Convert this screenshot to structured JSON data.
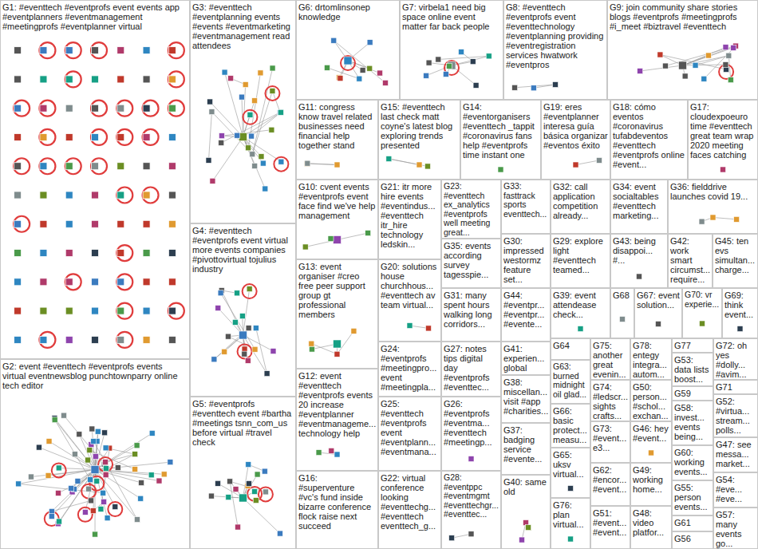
{
  "diagram": {
    "nodes": [
      {
        "text": [
          "G1: #eventtech #eventprofs event events app #eventplanners #eventmanagement #meetingprofs #eventplanner virtual"
        ]
      },
      {
        "text": [
          "G3: #eventtech #eventplanning events #events #eventmarketing #eventmanagement read attendees"
        ]
      },
      {
        "text": [
          "G6: drtomlinsonep knowledge"
        ]
      },
      {
        "text": [
          "G7: virbela1 need big space online event matter far back people"
        ]
      },
      {
        "text": [
          "G8: #eventtech #eventprofs event #eventtechnology #eventplanning providing #eventregistration services hwatwork #eventpros"
        ]
      },
      {
        "text": [
          "G9: join community share stories blogs #eventprofs #meetingprofs #i_meet #biztravel #eventtech"
        ]
      },
      {
        "text": [
          "G11: congress know travel related businesses need financial help together stand"
        ]
      },
      {
        "text": [
          "G15: #eventtech last check matt coyne's latest blog exploring trends presented"
        ]
      },
      {
        "text": [
          "G14: #eventorganisers #eventtech _tappit #coronavirus fans help #eventprofs time instant one"
        ]
      },
      {
        "text": [
          "G19: eres #eventplanner interesa guía básica organizar #eventos éxito"
        ]
      },
      {
        "text": [
          "G18: cómo eventos #coronavirus tufabdeventos #eventtech #eventprofs online #event..."
        ]
      },
      {
        "text": [
          "G17: cloudexpoeuro time #eventtech great team wrap 2020 meeting faces catching"
        ]
      },
      {
        "text": [
          "G4: #eventtech #eventprofs event virtual more events companies #pivottovirtual tojulius industry"
        ]
      },
      {
        "text": [
          "G10: cvent events #eventprofs event face find we've help management"
        ]
      },
      {
        "text": [
          "G21: itr more hire events #eventindus... #eventtech itr_hire technology ledskin..."
        ]
      },
      {
        "text": [
          "G23: #eventtech ex_analytics #eventprofs well meeting great..."
        ]
      },
      {
        "text": [
          "G33: fasttrack sports eventtech..."
        ]
      },
      {
        "text": [
          "G32: call application competition already..."
        ]
      },
      {
        "text": [
          "G34: event socialtables #eventtech marketing..."
        ]
      },
      {
        "text": [
          "G36: fielddrive launches covid 19..."
        ]
      },
      {
        "text": [
          "G35: events according survey tagesspie..."
        ]
      },
      {
        "text": [
          "G30: impressed westormz feature set..."
        ]
      },
      {
        "text": [
          "G29: explore light #eventtech teamed..."
        ]
      },
      {
        "text": [
          "G43: being disappoi... #..."
        ]
      },
      {
        "text": [
          "G42: work smart circumst... require..."
        ]
      },
      {
        "text": [
          "G45: ten evs simultan... charge..."
        ]
      },
      {
        "text": [
          "G13: event organiser #creo free peer support group gt professional members"
        ]
      },
      {
        "text": [
          "G20: solutions house churchhous... #eventtech av team virtual..."
        ]
      },
      {
        "text": [
          "G31: many spent hours walking long corridors..."
        ]
      },
      {
        "text": [
          "G44: #eventpr... #eventpr... #evente..."
        ]
      },
      {
        "text": [
          "G39: event attendease check..."
        ]
      },
      {
        "text": [
          "G68"
        ]
      },
      {
        "text": [
          "G67: event solution..."
        ]
      },
      {
        "text": [
          "G70: vr experie..."
        ]
      },
      {
        "text": [
          "G69: think event..."
        ]
      },
      {
        "text": [
          "G2: event #eventtech #eventprofs events virtual eventnewsblog punchtownparry online tech editor"
        ]
      },
      {
        "text": [
          "G5: #eventprofs #eventtech event #bartha #meetings tsnn_com_us before virtual #travel check"
        ]
      },
      {
        "text": [
          "G12: event #eventtech #eventprofs events 20 increase #eventplanner #eventmanageme... technology help"
        ]
      },
      {
        "text": [
          "G24: #eventprofs #meetingpro... event #meetingpla..."
        ]
      },
      {
        "text": [
          "G27: notes tips digital day #eventprofs #eventtec..."
        ]
      },
      {
        "text": [
          "G41: experien... global"
        ]
      },
      {
        "text": [
          "G25: #eventtech #eventprofs event #eventplann... #eventmana..."
        ]
      },
      {
        "text": [
          "G26: #eventprofs #eventma... #eventtech #meetingp..."
        ]
      },
      {
        "text": [
          "G38: miscellan... visit #app #charities..."
        ]
      },
      {
        "text": [
          "G37: badging service #evente..."
        ]
      },
      {
        "text": [
          "G16: #superventure #vc's fund inside bizarre conference flock raise next succeed"
        ]
      },
      {
        "text": [
          "G22: virtual conference looking #eventtechg... #eventtech eventtech_g..."
        ]
      },
      {
        "text": [
          "G28: #eventppc #eventmgmt #eventtechgr... #eventtec..."
        ]
      },
      {
        "text": [
          "G40: same old"
        ]
      },
      {
        "text": [
          "G64"
        ]
      },
      {
        "text": [
          "G63: burned midnight oil glad..."
        ]
      },
      {
        "text": [
          "G66: basic protect... measu..."
        ]
      },
      {
        "text": [
          "G65: uksv virtual..."
        ]
      },
      {
        "text": [
          "G76: plan virtual..."
        ]
      },
      {
        "text": [
          "G75: another great evenin..."
        ]
      },
      {
        "text": [
          "G74: #ledscr... sights crafts..."
        ]
      },
      {
        "text": [
          "G73: #event... e3..."
        ]
      },
      {
        "text": [
          "G62: #encor... #event..."
        ]
      },
      {
        "text": [
          "G51: #event... #event..."
        ]
      },
      {
        "text": [
          "G78: entegy integra... autom..."
        ]
      },
      {
        "text": [
          "G50: person... #schol... exchan..."
        ]
      },
      {
        "text": [
          "G46: hey #event..."
        ]
      },
      {
        "text": [
          "G49: working home..."
        ]
      },
      {
        "text": [
          "G48: video platfor..."
        ]
      },
      {
        "text": [
          "G77"
        ]
      },
      {
        "text": [
          "G53: data lists boost..."
        ]
      },
      {
        "text": [
          "G59"
        ]
      },
      {
        "text": [
          "G58: invest... events being..."
        ]
      },
      {
        "text": [
          "G60: working events..."
        ]
      },
      {
        "text": [
          "G55: person events..."
        ]
      },
      {
        "text": [
          "G61"
        ]
      },
      {
        "text": [
          "G56"
        ]
      },
      {
        "text": [
          "G72: oh yes #dolly... #avim..."
        ]
      },
      {
        "text": [
          "G71"
        ]
      },
      {
        "text": [
          "G52: #virtua... stream... polls..."
        ]
      },
      {
        "text": [
          "G47: see messa... market..."
        ]
      },
      {
        "text": [
          "G54: #eve... #eve..."
        ]
      },
      {
        "text": [
          "G57: many events go..."
        ]
      }
    ]
  }
}
